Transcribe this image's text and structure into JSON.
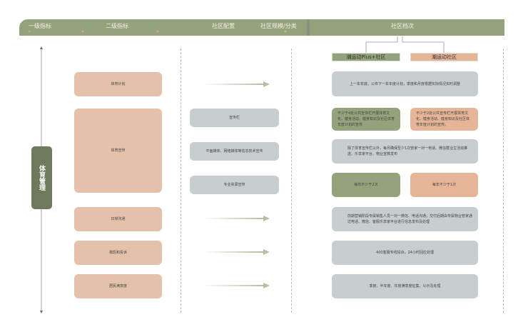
{
  "header": {
    "col1": "一级指标",
    "col2": "二级指标",
    "col3": "社区配置",
    "col4": "社区规模/分类",
    "col5": "社区档次"
  },
  "tiers": {
    "plus": "潮运动Plus+社区",
    "standard": "潮运动社区"
  },
  "level1": "体育管理",
  "level2": [
    "体育计划",
    "体育宣传",
    "日常沟通",
    "抱怨和投诉",
    "居民满意度"
  ],
  "config": [
    "宣传栏",
    "平面媒体、网络媒体等信息技术宣传",
    "专业资源宣传"
  ],
  "rows": {
    "plan": "上一年年底，公布下一年年度计划，季度和月度根据实际情况实时调整",
    "board_plus": "不少于4处公共宣传栏开展体育文化、健身活动、健身知识及社区体育年度计划的宣传",
    "board_std": "不少于2处公共宣传栏开展体育文化、健身活动、健身知识及社区体育年度计划的宣传。",
    "media": "除了体育宣传栏以外，每月确保至少1次管家一对一电话、微信群业主活动推送、乐享家平台、物业宣微发布",
    "res_plus": "每年不少于2次",
    "res_std": "每年不少于1次",
    "comm": "前期营销阶段专属销售人员一对一微信、电话沟通；交付后期由专属物业管家通过电话、微信、客服乐享家平台进行信息发布及处理",
    "complaint": "400客服专线投诉，24小时回应处理",
    "satisfaction": "季度、半年度、年度满意度征集，公示及处理"
  }
}
